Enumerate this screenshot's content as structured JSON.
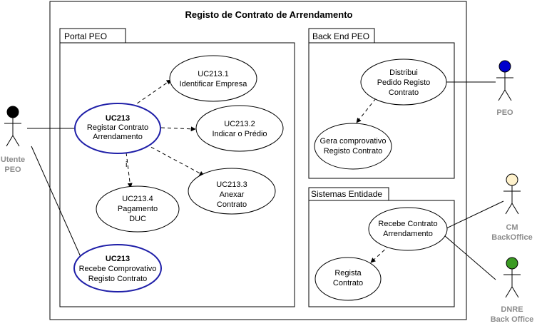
{
  "title": "Registo de Contrato de Arrendamento",
  "packages": {
    "portal": "Portal PEO",
    "backend": "Back End PEO",
    "sistemas": "Sistemas Entidade"
  },
  "use_cases": {
    "uc213": {
      "line1": "UC213",
      "line2": "Registar Contrato",
      "line3": "Arrendamento"
    },
    "uc213_1": {
      "line1": "UC213.1",
      "line2": "Identificar Empresa"
    },
    "uc213_2": {
      "line1": "UC213.2",
      "line2": "Indicar o Prédio"
    },
    "uc213_3": {
      "line1": "UC213.3",
      "line2": "Anexar",
      "line3": "Contrato"
    },
    "uc213_4": {
      "line1": "UC213.4",
      "line2": "Pagamento",
      "line3": "DUC"
    },
    "uc213_recebe": {
      "line1": "UC213",
      "line2": "Recebe Comprovativo",
      "line3": "Registo Contrato"
    },
    "distribui": {
      "line1": "Distribui",
      "line2": "Pedido Registo",
      "line3": "Contrato"
    },
    "gera": {
      "line1": "Gera comprovativo",
      "line2": "Registo Contrato"
    },
    "recebe_contrato": {
      "line1": "Recebe Contrato",
      "line2": "Arrendamento"
    },
    "regista": {
      "line1": "Regista",
      "line2": "Contrato"
    }
  },
  "edge_label_i": "i",
  "actors": {
    "utente": {
      "line1": "Utente",
      "line2": "PEO",
      "head_color": "#000000"
    },
    "peo": {
      "line1": "PEO",
      "head_color": "#0000cc"
    },
    "cm": {
      "line1": "CM",
      "line2": "BackOffice",
      "head_color": "#fff2cc"
    },
    "dnre": {
      "line1": "DNRE",
      "line2": "Back Office",
      "head_color": "#3a9a22"
    }
  }
}
